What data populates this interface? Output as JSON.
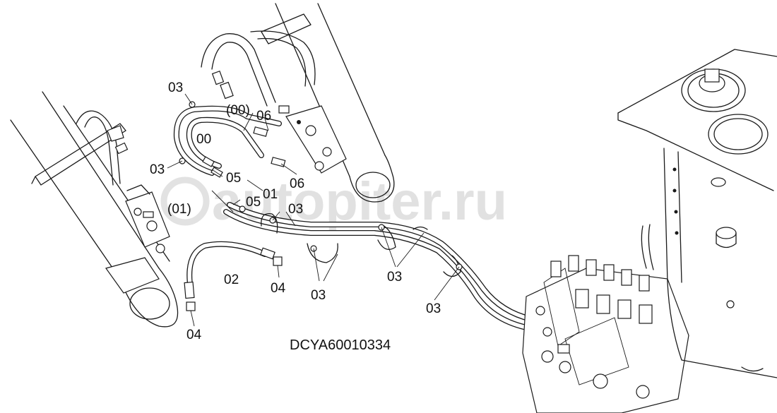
{
  "drawing_code": "DCYA60010334",
  "watermark": "autopiter.ru",
  "corner_note": "",
  "callouts": [
    {
      "id": "c1",
      "text": "03"
    },
    {
      "id": "c2",
      "text": "(00)"
    },
    {
      "id": "c3",
      "text": "06"
    },
    {
      "id": "c4",
      "text": "00"
    },
    {
      "id": "c5",
      "text": "03"
    },
    {
      "id": "c6",
      "text": "05"
    },
    {
      "id": "c7",
      "text": "06"
    },
    {
      "id": "c8",
      "text": "01"
    },
    {
      "id": "c9",
      "text": "(01)"
    },
    {
      "id": "c10",
      "text": "05"
    },
    {
      "id": "c11",
      "text": "03"
    },
    {
      "id": "c12",
      "text": "02"
    },
    {
      "id": "c13",
      "text": "04"
    },
    {
      "id": "c14",
      "text": "03"
    },
    {
      "id": "c15",
      "text": "03"
    },
    {
      "id": "c16",
      "text": "03"
    },
    {
      "id": "c17",
      "text": "04"
    }
  ]
}
